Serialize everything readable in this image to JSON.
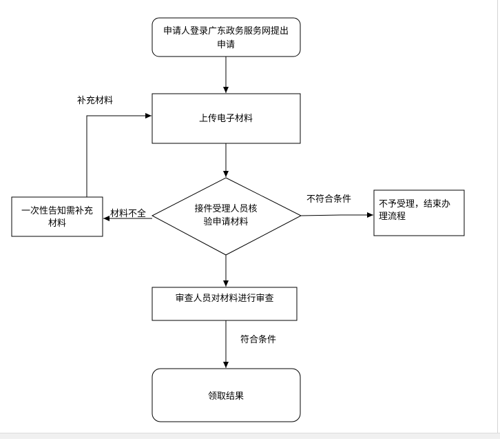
{
  "nodes": {
    "apply": {
      "line1": "申请人登录广东政务服务网提出",
      "line2": "申请"
    },
    "upload": {
      "label": "上传电子材料"
    },
    "verify": {
      "line1": "接件受理人员核",
      "line2": "验申请材料"
    },
    "supplement": {
      "line1": "一次性告知需补充",
      "line2": "材料"
    },
    "reject": {
      "line1": "不予受理，结束办",
      "line2": "理流程"
    },
    "review": {
      "label": "审查人员对材料进行审查"
    },
    "result": {
      "label": "领取结果"
    }
  },
  "edges": {
    "supplement_back": "补充材料",
    "incomplete": "材料不全",
    "not_qualified": "不符合条件",
    "qualified": "符合条件"
  },
  "colors": {
    "stroke": "#000000",
    "text": "#000000",
    "background": "#ffffff"
  }
}
